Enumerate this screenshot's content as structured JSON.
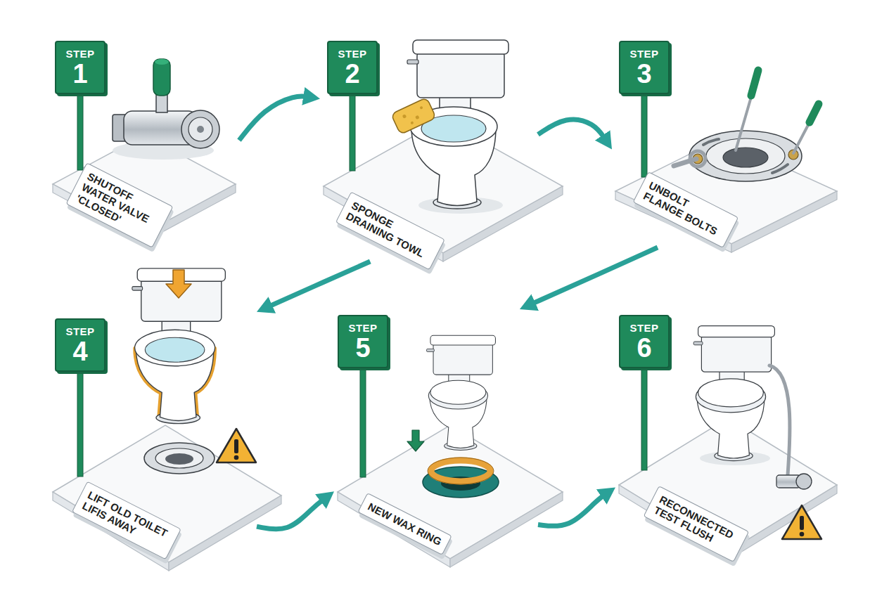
{
  "diagram": {
    "nodes": [
      {
        "text": [
          "STEP",
          "1",
          "SHUTOFF WATER VALVE 'CLOSED'"
        ]
      },
      {
        "text": [
          "STEP",
          "2",
          "SPONGE DRAINING TOWL"
        ]
      },
      {
        "text": [
          "STEP",
          "3",
          "UNBOLT FLANGE BOLTS"
        ]
      },
      {
        "text": [
          "STEP",
          "4",
          "LIFT OLD TOILET LIFIS AWAY"
        ]
      },
      {
        "text": [
          "STEP",
          "5",
          "NEW WAX RING"
        ]
      },
      {
        "text": [
          "STEP",
          "6",
          "RECONNECTED TEST FLUSH"
        ]
      }
    ],
    "edges": [
      {
        "from": 0,
        "to": 1,
        "arrow": "to"
      },
      {
        "from": 1,
        "to": 2,
        "arrow": "to"
      },
      {
        "from": 1,
        "to": 3,
        "arrow": "to"
      },
      {
        "from": 2,
        "to": 4,
        "arrow": "to"
      },
      {
        "from": 3,
        "to": 4,
        "arrow": "to"
      },
      {
        "from": 4,
        "to": 5,
        "arrow": "to"
      }
    ]
  }
}
